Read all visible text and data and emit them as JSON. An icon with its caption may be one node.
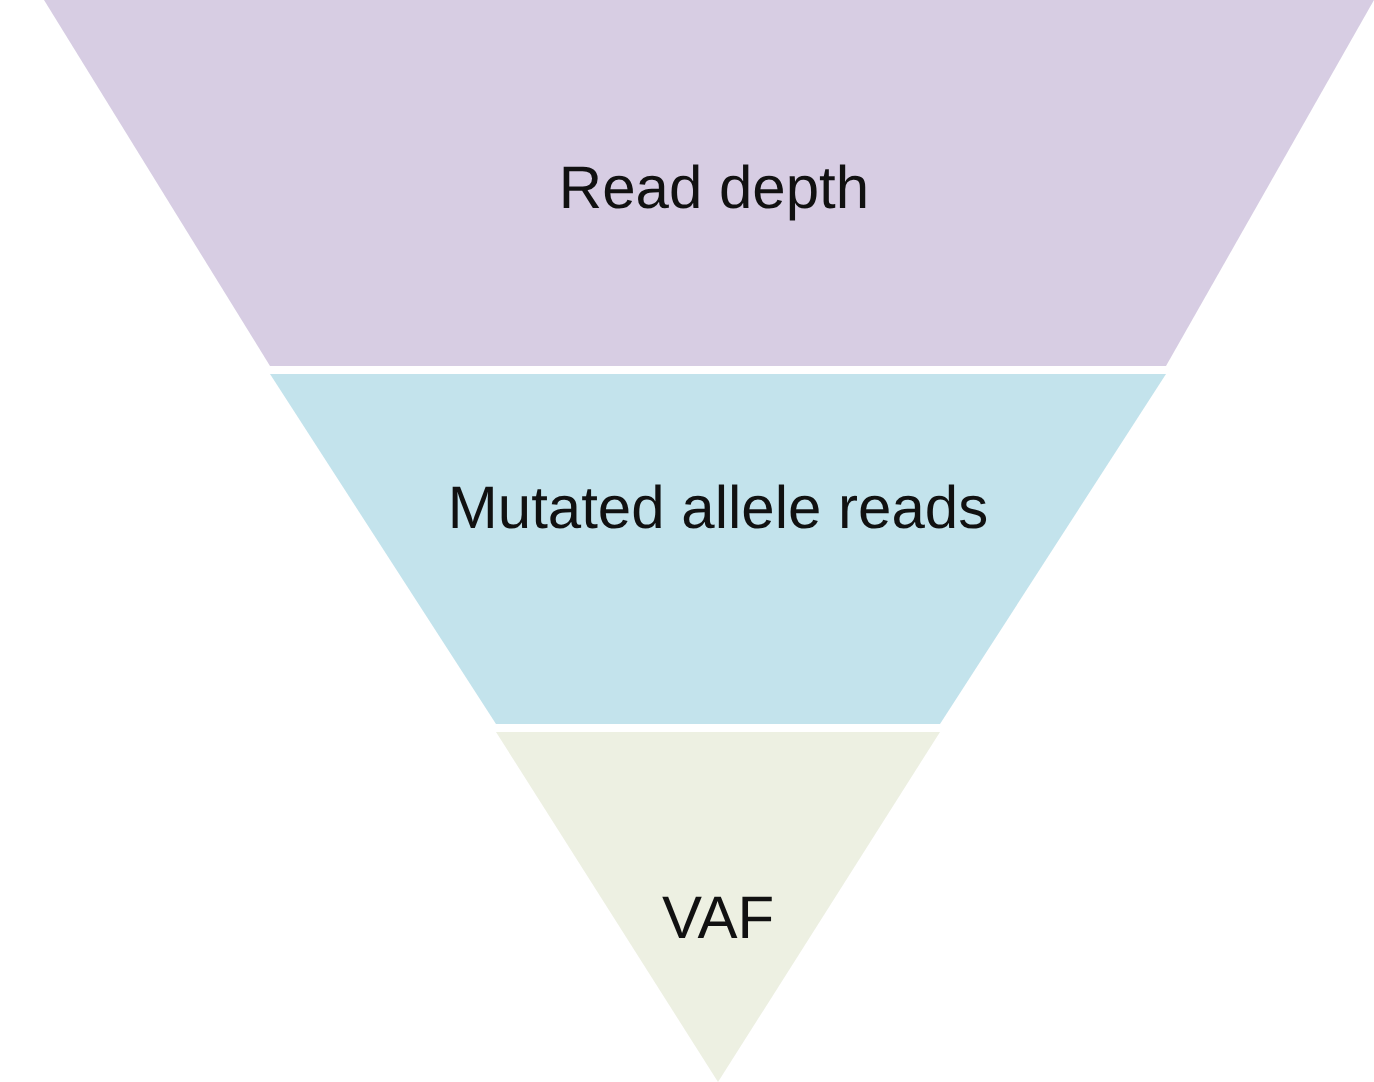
{
  "diagram": {
    "nodes": [
      {
        "text": [
          "Read depth"
        ]
      },
      {
        "text": [
          "Mutated allele reads"
        ]
      },
      {
        "text": [
          "VAF"
        ]
      }
    ],
    "edges": []
  }
}
